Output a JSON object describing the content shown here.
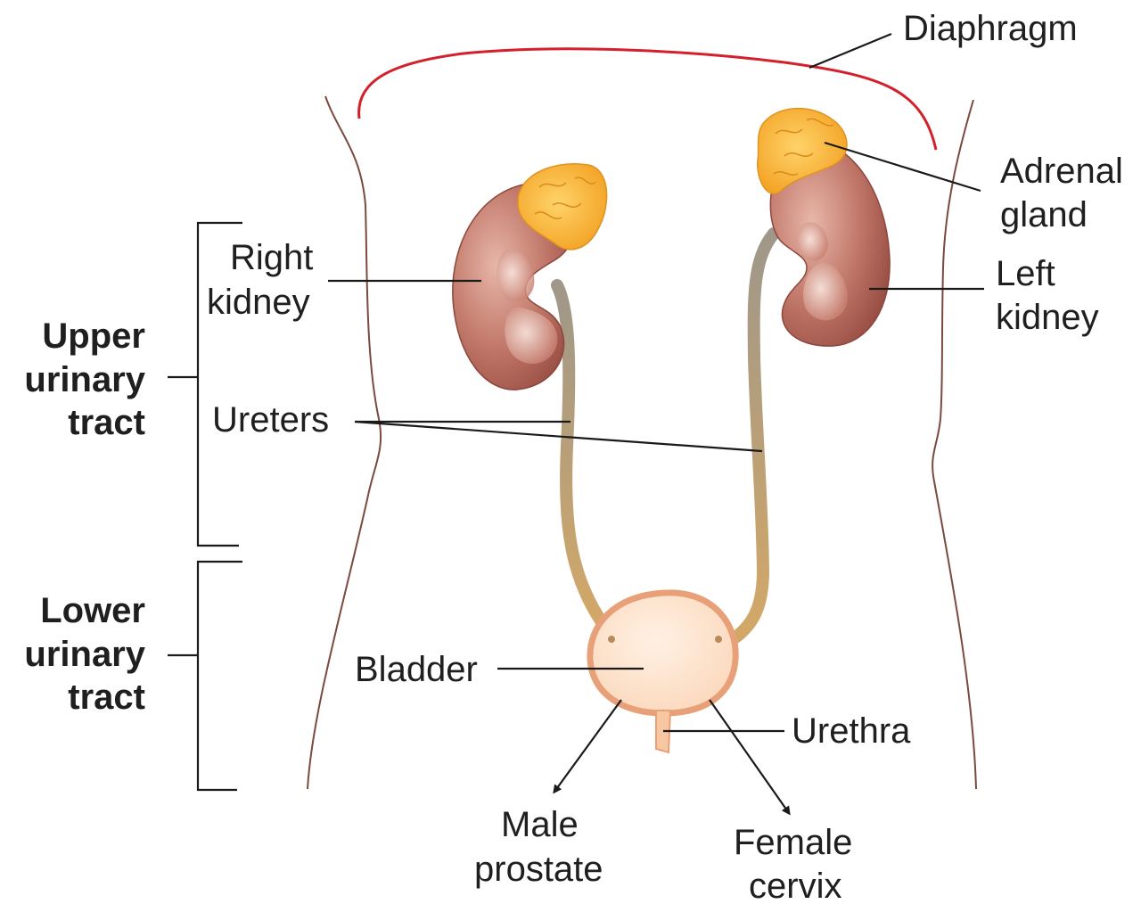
{
  "diagram": {
    "labels": {
      "diaphragm": "Diaphragm",
      "adrenal_1": "Adrenal",
      "adrenal_2": "gland",
      "right_kidney_1": "Right",
      "right_kidney_2": "kidney",
      "left_kidney_1": "Left",
      "left_kidney_2": "kidney",
      "ureters": "Ureters",
      "bladder": "Bladder",
      "urethra": "Urethra",
      "male_1": "Male",
      "male_2": "prostate",
      "female_1": "Female",
      "female_2": "cervix"
    },
    "groups": {
      "upper_1": "Upper",
      "upper_2": "urinary",
      "upper_3": "tract",
      "lower_1": "Lower",
      "lower_2": "urinary",
      "lower_3": "tract"
    },
    "colors": {
      "kidney": "#b96b5e",
      "adrenal": "#f7b234",
      "ureter": "#b9a07a",
      "bladder_fill": "#fde2cc",
      "bladder_rim": "#e8a078",
      "diaphragm": "#d4202a",
      "body_outline": "#7a4a40"
    }
  }
}
